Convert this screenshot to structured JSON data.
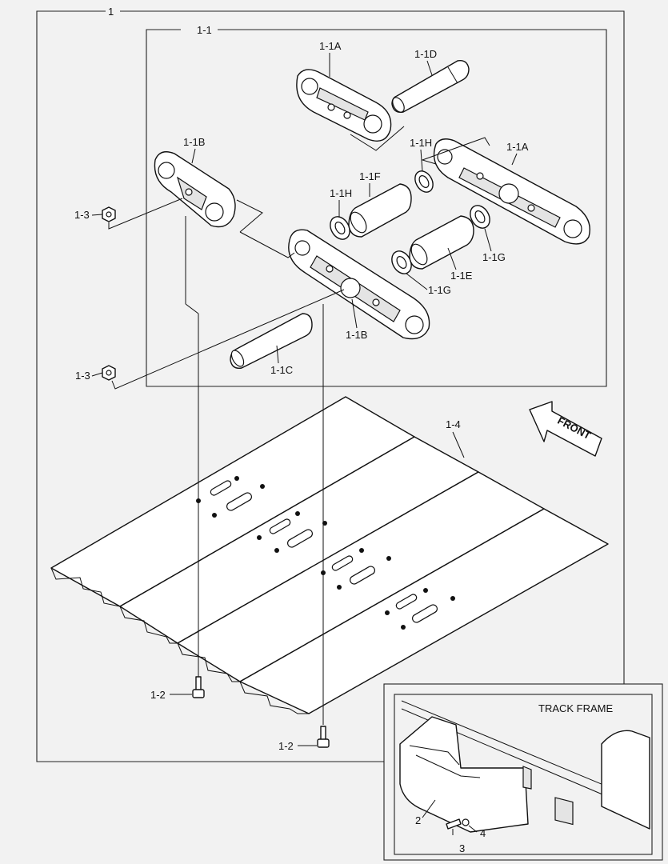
{
  "labels": {
    "assy_1": "1",
    "link_assy": "1-1",
    "link_a_top": "1-1A",
    "pin_d": "1-1D",
    "link_b_left": "1-1B",
    "link_a_right": "1-1A",
    "seal_h_upper": "1-1H",
    "bushing_f": "1-1F",
    "seal_h_left": "1-1H",
    "nut_top": "1-3",
    "seal_g_right": "1-1G",
    "bushing_e": "1-1E",
    "seal_g_lower": "1-1G",
    "link_b_lower": "1-1B",
    "pin_c": "1-1C",
    "nut_bottom": "1-3",
    "shoe": "1-4",
    "front": "FRONT",
    "bolt_left": "1-2",
    "bolt_right": "1-2",
    "track_frame": "TRACK FRAME",
    "guard": "2",
    "bolt_guard": "3",
    "washer_guard": "4"
  }
}
